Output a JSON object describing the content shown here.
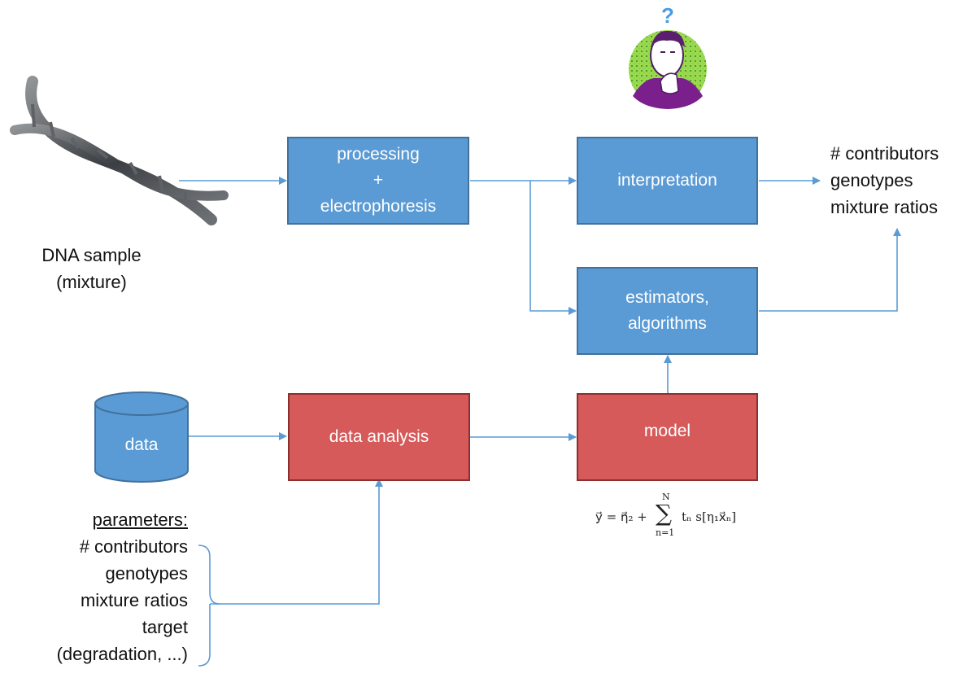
{
  "nodes": {
    "processing": [
      "processing",
      "+",
      "electrophoresis"
    ],
    "interpretation": "interpretation",
    "estimators": [
      "estimators,",
      "algorithms"
    ],
    "data_analysis": "data analysis",
    "model": "model",
    "data": "data"
  },
  "dna_label": [
    "DNA sample",
    "(mixture)"
  ],
  "outputs": [
    "# contributors",
    "genotypes",
    "mixture ratios"
  ],
  "parameters": {
    "heading": "parameters:",
    "items": [
      "# contributors",
      "genotypes",
      "mixture ratios",
      "target",
      "(degradation, ...)"
    ]
  },
  "formula": {
    "lhs": "y⃗ = η⃗₂ + ",
    "sum_upper": "N",
    "sum_symbol": "∑",
    "sum_lower": "n=1",
    "rhs": "tₙ s[η₁x⃗ₙ]"
  },
  "icons": {
    "dna": "dna-helix-icon",
    "thinker": "thinking-person-icon",
    "question": "question-mark-icon"
  },
  "colors": {
    "process_box": "#5b9bd5",
    "model_box": "#d65a5a",
    "connector": "#5b9bd5"
  }
}
